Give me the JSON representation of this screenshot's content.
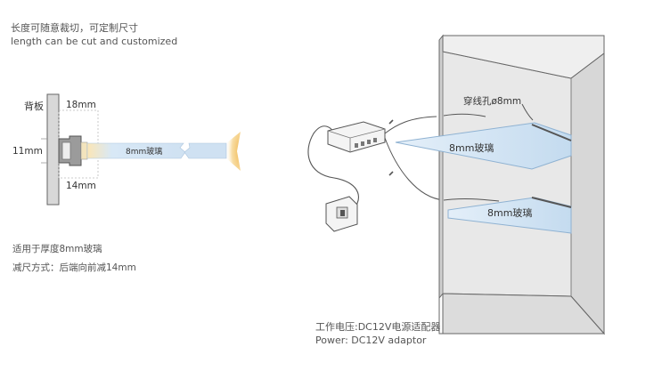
{
  "notes": {
    "length_cn": "长度可随意裁切，可定制尺寸",
    "length_en": "length can be cut and customized",
    "glass_cn": "适用于厚度8mm玻璃",
    "method_cn": "减尺方式：后端向前减14mm",
    "power_cn": "工作电压:DC12V电源适配器",
    "power_en": "Power: DC12V adaptor"
  },
  "profile": {
    "backboard": "背板",
    "dim_top": "18mm",
    "dim_left": "11mm",
    "dim_bottom": "14mm",
    "glass": "8mm玻璃"
  },
  "cabinet": {
    "hole_label": "穿线孔ø8mm",
    "shelf_upper": "8mm玻璃",
    "shelf_lower": "8mm玻璃"
  },
  "colors": {
    "glass": "#cfe1f2",
    "glow": "#f2c46a",
    "cabinet_side": "#d7d7d7",
    "cabinet_back": "#e7e7e7",
    "line": "#555555"
  }
}
